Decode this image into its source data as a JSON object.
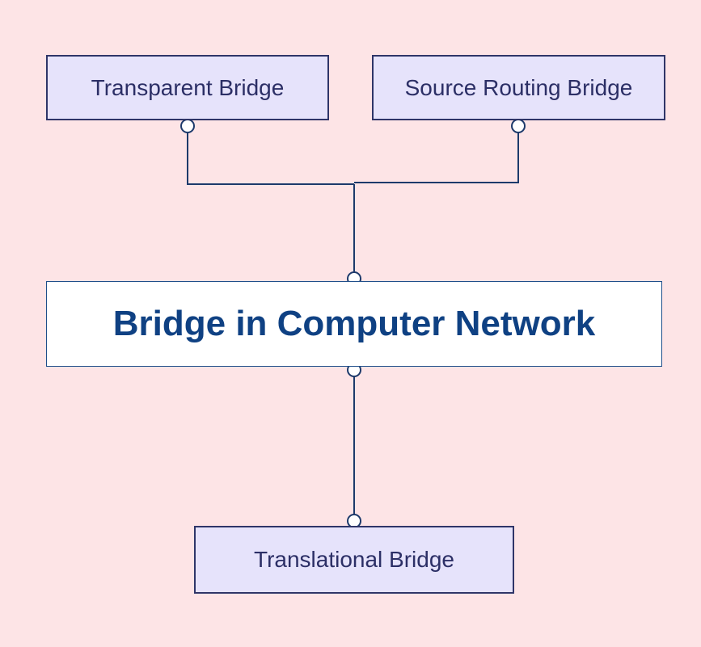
{
  "diagram": {
    "central": {
      "label": "Bridge in Computer Network"
    },
    "children": [
      {
        "label": "Transparent Bridge"
      },
      {
        "label": "Source Routing Bridge"
      },
      {
        "label": "Translational Bridge"
      }
    ]
  },
  "colors": {
    "background": "#fde4e6",
    "child_fill": "#e6e3fb",
    "child_border": "#2f3568",
    "central_fill": "#ffffff",
    "central_text": "#0f4183",
    "connector": "#1d3a6b"
  }
}
